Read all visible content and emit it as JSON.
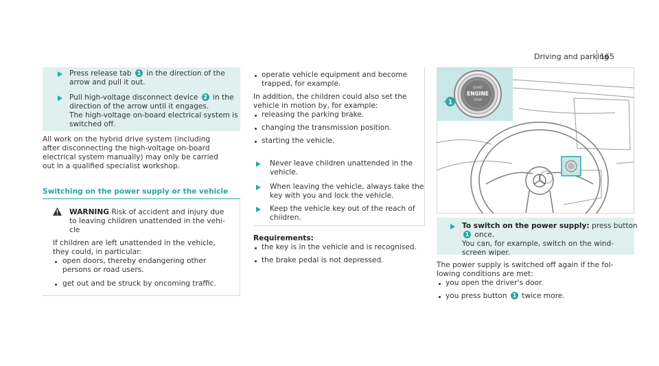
{
  "header": {
    "section": "Driving and parking",
    "page": "165"
  },
  "left": {
    "step1": {
      "a": "Press release tab",
      "b": "in the direction of the",
      "line2": "arrow and pull it out."
    },
    "step2": {
      "a": "Pull high-voltage disconnect device",
      "b": "in the",
      "lines": [
        "direction of the arrow until it engages.",
        "The high-voltage on-board electrical system is",
        "switched off."
      ]
    },
    "para": [
      "All work on the hybrid drive system (including",
      "after disconnecting the high-voltage on-board",
      "electrical system manually) may only be carried",
      "out in a qualified specialist workshop."
    ],
    "heading": "Switching on the power supply or the vehicle",
    "warning": {
      "label": "WARNING",
      "line1": "Risk of accident and injury due",
      "line2": "to leaving children unattended in the vehi-",
      "line3": "cle"
    },
    "warn_para": [
      "If children are left unattended in the vehicle,",
      "they could, in particular:"
    ],
    "bullets": [
      [
        "open doors, thereby endangering other",
        "persons or road users."
      ],
      [
        "get out and be struck by oncoming traffic."
      ]
    ]
  },
  "middle": {
    "bullet1": [
      "operate vehicle equipment and become",
      "trapped, for example."
    ],
    "para": [
      "In addition, the children could also set the",
      "vehicle in motion by, for example:"
    ],
    "bullets": [
      "releasing the parking brake.",
      "changing the transmission position.",
      "starting the vehicle."
    ],
    "arrow_items": [
      [
        "Never leave children unattended in the",
        "vehicle."
      ],
      [
        "When leaving the vehicle, always take the",
        "key with you and lock the vehicle."
      ],
      [
        "Keep the vehicle key out of the reach of",
        "children."
      ]
    ],
    "requirements_label": "Requirements:",
    "requirements": [
      "the key is in the vehicle and is recognised.",
      "the brake pedal is not depressed."
    ]
  },
  "right": {
    "button_text": {
      "l1": "START",
      "l2": "ENGINE",
      "l3": "STOP"
    },
    "step": {
      "bold": "To switch on the power supply:",
      "rest": "press button",
      "line2": "once.",
      "lines": [
        "You can, for example, switch on the wind-",
        "screen wiper."
      ]
    },
    "para": [
      "The power supply is switched off again if the fol-",
      "lowing conditions are met:"
    ],
    "bullets": [
      "you open the driver's door.",
      "you press button"
    ],
    "bullet2_tail": "twice more."
  },
  "markers": {
    "one": "1",
    "two": "2"
  },
  "colors": {
    "accent": "#2aa6a3",
    "highlight": "#dff0ef"
  }
}
